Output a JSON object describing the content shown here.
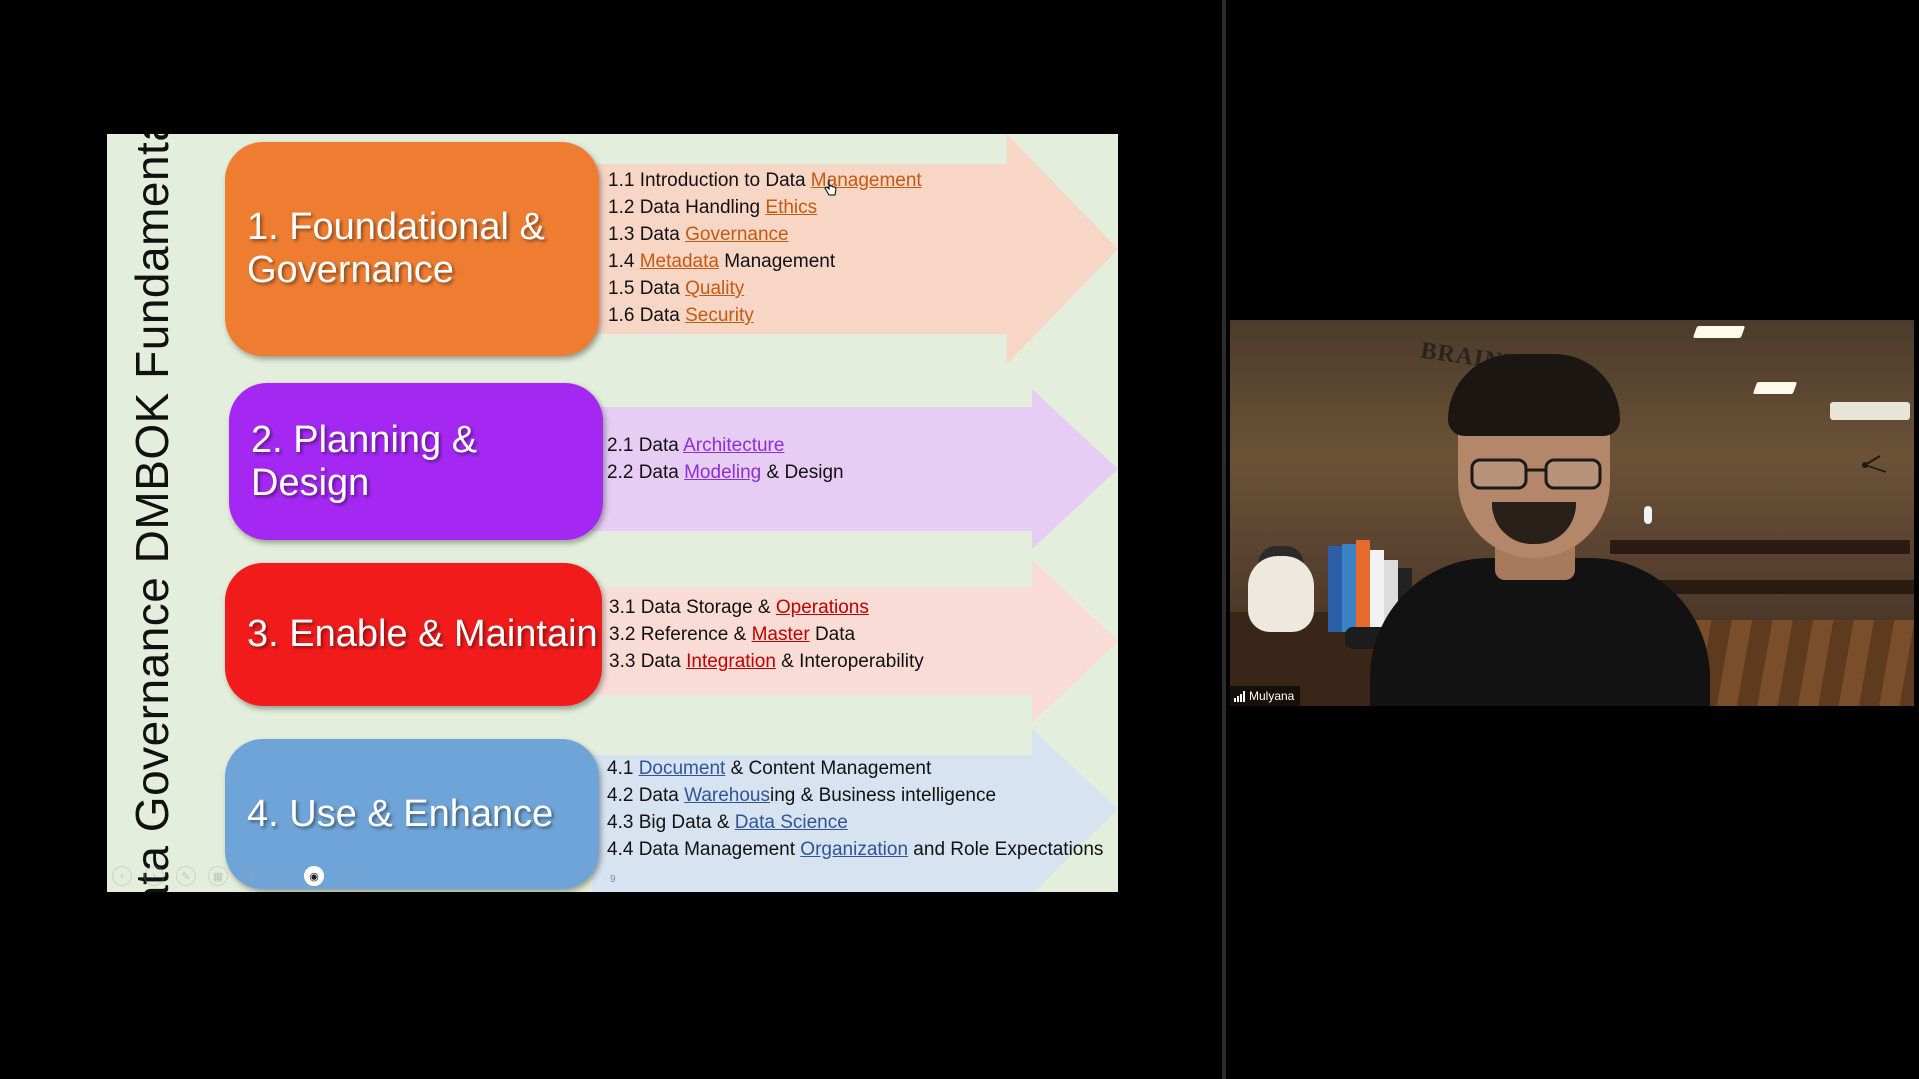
{
  "slide": {
    "title": "Data Governance DMBOK Fundamentals",
    "page_number": "9",
    "sections": [
      {
        "label": "1. Foundational &\nGovernance",
        "box_color": "#ee7d32",
        "arrow_color": "#f8d6c6",
        "link_color": "#c55a11",
        "items": [
          {
            "prefix": "1.1 Introduction to Data ",
            "keyword": "Management",
            "suffix": ""
          },
          {
            "prefix": "1.2 Data Handling ",
            "keyword": "Ethics",
            "suffix": ""
          },
          {
            "prefix": "1.3 Data ",
            "keyword": "Governance",
            "suffix": ""
          },
          {
            "prefix": "1.4 ",
            "keyword": "Metadata",
            "suffix": " Management"
          },
          {
            "prefix": "1.5 Data ",
            "keyword": "Quality",
            "suffix": ""
          },
          {
            "prefix": "1.6 Data ",
            "keyword": "Security",
            "suffix": ""
          }
        ]
      },
      {
        "label": "2. Planning & Design",
        "box_color": "#a428f2",
        "arrow_color": "#e7cdf3",
        "link_color": "#8b2fd9",
        "items": [
          {
            "prefix": "2.1 Data ",
            "keyword": "Architecture",
            "suffix": ""
          },
          {
            "prefix": "2.2 Data ",
            "keyword": "Modeling",
            "suffix": " & Design"
          }
        ]
      },
      {
        "label": "3. Enable & Maintain",
        "box_color": "#f21b1b",
        "arrow_color": "#f9dcd6",
        "link_color": "#c00000",
        "items": [
          {
            "prefix": "3.1 Data Storage & ",
            "keyword": "Operations",
            "suffix": ""
          },
          {
            "prefix": "3.2 Reference & ",
            "keyword": "Master",
            "suffix": " Data"
          },
          {
            "prefix": "3.3 Data ",
            "keyword": "Integration",
            "suffix": " & Interoperability"
          }
        ]
      },
      {
        "label": "4. Use & Enhance",
        "box_color": "#6fa4d8",
        "arrow_color": "#d8e3f1",
        "link_color": "#2f5597",
        "items": [
          {
            "prefix": "4.1 ",
            "keyword": "Document",
            "suffix": " & Content Management"
          },
          {
            "prefix": "4.2 Data ",
            "keyword": "Warehous",
            "suffix": "ing & Business intelligence"
          },
          {
            "prefix": "4.3 Big Data & ",
            "keyword": "Data Science",
            "suffix": ""
          },
          {
            "prefix": "4.4 Data Management ",
            "keyword": "Organization",
            "suffix": " and Role Expectations"
          }
        ]
      }
    ]
  },
  "toolbar": {
    "icons": [
      "previous-icon",
      "next-icon",
      "pen-icon",
      "slides-icon",
      "zoom-icon",
      "more-circle-icon",
      "camera-icon",
      "more-options-icon"
    ]
  },
  "video": {
    "participant_name": "Mulyana",
    "background_sign": "BRAINMATI"
  }
}
